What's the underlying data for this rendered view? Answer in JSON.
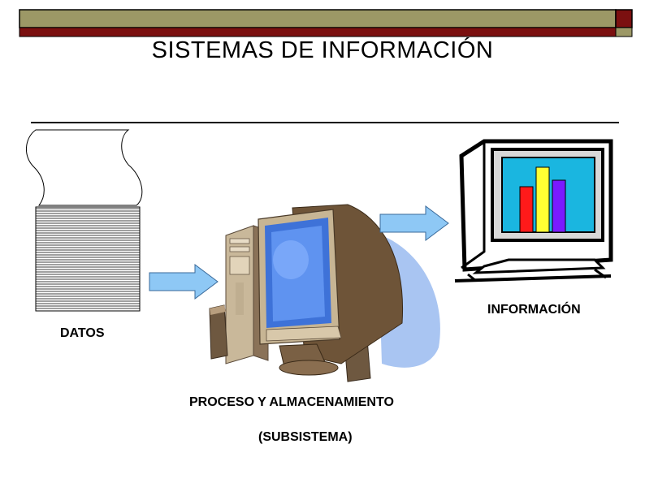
{
  "header": {
    "bar_color": "#9c9866",
    "accent_color": "#7b1010"
  },
  "slide": {
    "title": "SISTEMAS DE INFORMACIÓN"
  },
  "diagram": {
    "datos_label": "DATOS",
    "proceso_label": "PROCESO Y ALMACENAMIENTO",
    "subsistema_label": "(SUBSISTEMA)",
    "informacion_label": "INFORMACIÓN",
    "arrow_color": "#8ec8f5",
    "chart_bar_colors": [
      "#ff1a1a",
      "#ffff33",
      "#7a1aff"
    ],
    "icons": [
      "paper-stack-icon",
      "desktop-computer-icon",
      "monitor-chart-icon",
      "arrow-right-icon"
    ]
  }
}
